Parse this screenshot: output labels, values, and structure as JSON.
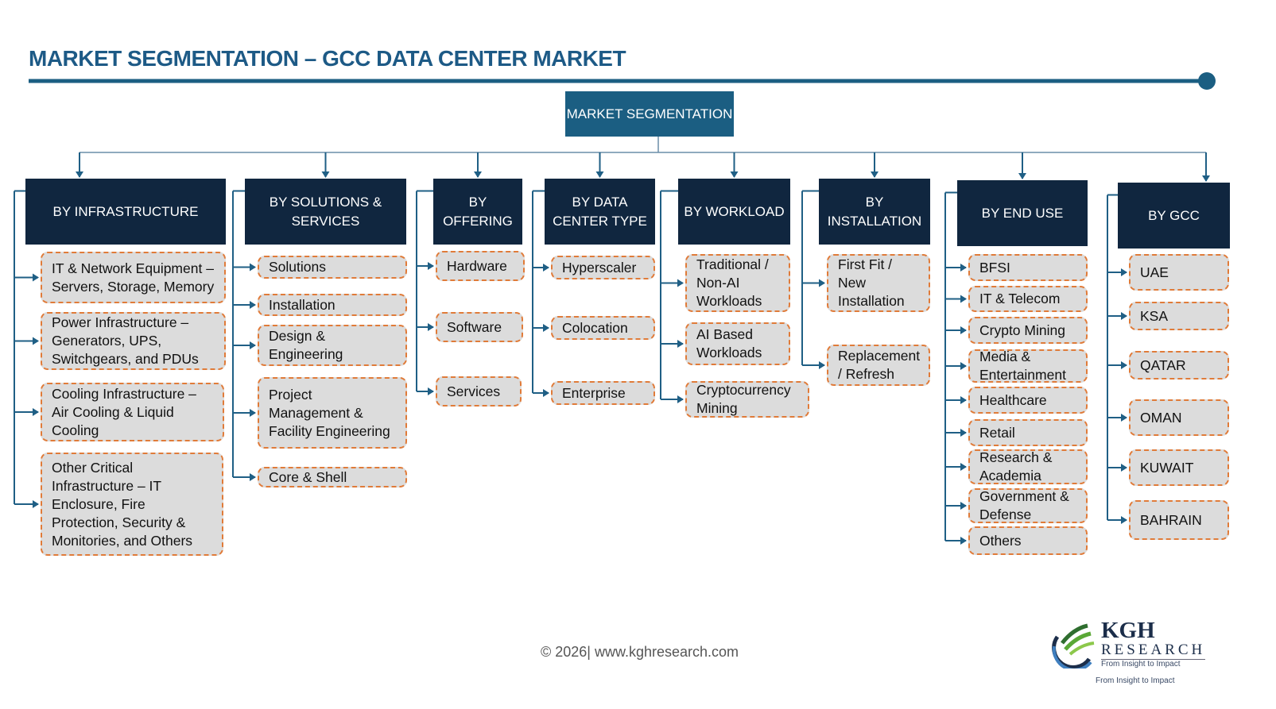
{
  "title": "MARKET SEGMENTATION – GCC DATA CENTER MARKET",
  "root": "MARKET SEGMENTATION",
  "colors": {
    "title": "#1d5a86",
    "header": "#10263f",
    "root": "#1b5e82",
    "item_fill": "#dcdcdc",
    "item_border": "#e07b39",
    "connector": "#1f5f85"
  },
  "segments": [
    {
      "label": "BY INFRASTRUCTURE",
      "items": [
        "IT & Network Equipment – Servers, Storage, Memory",
        "Power Infrastructure – Generators, UPS, Switchgears, and PDUs",
        "Cooling Infrastructure – Air Cooling & Liquid Cooling",
        "Other Critical Infrastructure – IT Enclosure, Fire Protection, Security & Monitories, and Others"
      ]
    },
    {
      "label": "BY SOLUTIONS & SERVICES",
      "items": [
        "Solutions",
        "Installation",
        "Design & Engineering",
        "Project Management & Facility Engineering",
        "Core & Shell"
      ]
    },
    {
      "label": "BY OFFERING",
      "items": [
        "Hardware",
        "Software",
        "Services"
      ]
    },
    {
      "label": "BY DATA CENTER TYPE",
      "items": [
        "Hyperscaler",
        "Colocation",
        "Enterprise"
      ]
    },
    {
      "label": "BY WORKLOAD",
      "items": [
        "Traditional / Non-AI Workloads",
        "AI Based Workloads",
        "Cryptocurrency Mining"
      ]
    },
    {
      "label": "BY INSTALLATION",
      "items": [
        "First Fit / New Installation",
        "Replacement / Refresh"
      ]
    },
    {
      "label": "BY END USE",
      "items": [
        "BFSI",
        "IT & Telecom",
        "Crypto Mining",
        "Media & Entertainment",
        "Healthcare",
        "Retail",
        "Research & Academia",
        "Government & Defense",
        "Others"
      ]
    },
    {
      "label": "BY GCC",
      "items": [
        "UAE",
        "KSA",
        "QATAR",
        "OMAN",
        "KUWAIT",
        "BAHRAIN"
      ]
    }
  ],
  "footer": "© 2026| www.kghresearch.com",
  "logo": {
    "name": "KGH",
    "sub": "RESEARCH",
    "tagline": "From Insight to Impact",
    "tagline2": "From Insight to Impact"
  }
}
